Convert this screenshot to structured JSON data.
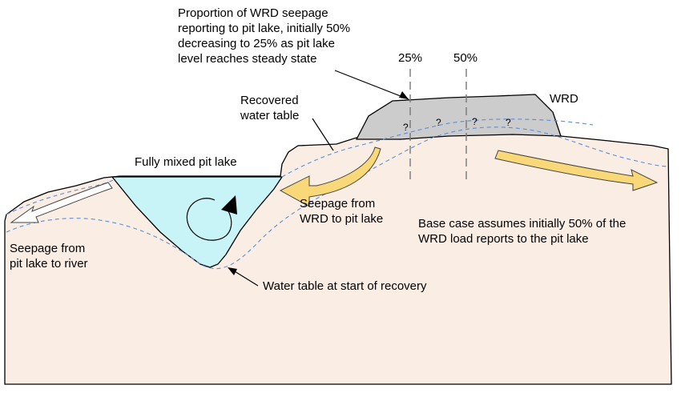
{
  "diagram": {
    "labels": {
      "proportion_note": [
        "Proportion of WRD seepage",
        "reporting to pit lake, initially 50%",
        "decreasing to 25% as pit lake",
        "level reaches steady state"
      ],
      "pct_25": "25%",
      "pct_50": "50%",
      "wrd": "WRD",
      "recovered_water_table": [
        "Recovered",
        "water table"
      ],
      "fully_mixed_pit_lake": "Fully mixed pit lake",
      "seepage_wrd_to_pit": [
        "Seepage from",
        "WRD to pit lake"
      ],
      "base_case": [
        "Base case assumes initially 50% of the",
        "WRD load reports to the pit lake"
      ],
      "seepage_pit_to_river": [
        "Seepage from",
        "pit lake to river"
      ],
      "water_table_start": "Water table at start of recovery",
      "question_mark": "?"
    },
    "colors": {
      "ground": "#faeee4",
      "pit_lake": "#c8f4f8",
      "wrd_dump": "#cccccc",
      "seepage_arrow": "#f8d878",
      "water_table": "#5a8ed6",
      "outline": "#000000"
    }
  }
}
